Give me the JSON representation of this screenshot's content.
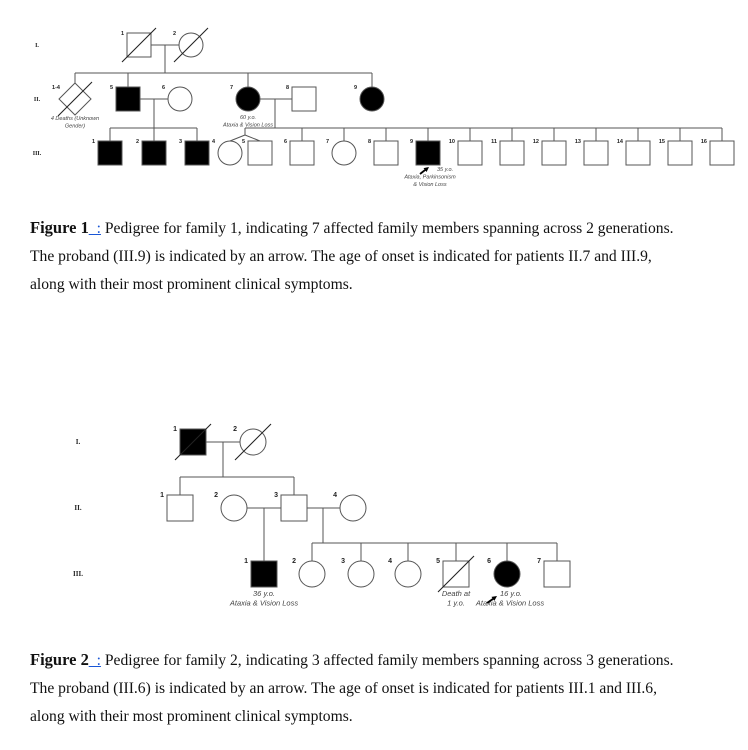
{
  "figure1": {
    "generations": [
      "I.",
      "II.",
      "III."
    ],
    "individuals": [
      {
        "id": "I-1",
        "label": "1",
        "sex": "male",
        "affected": false,
        "deceased": true
      },
      {
        "id": "I-2",
        "label": "2",
        "sex": "female",
        "affected": false,
        "deceased": true
      },
      {
        "id": "II-1-4",
        "label": "1-4",
        "sex": "unknown",
        "affected": false,
        "deceased": true
      },
      {
        "id": "II-5",
        "label": "5",
        "sex": "male",
        "affected": true,
        "deceased": false
      },
      {
        "id": "II-6",
        "label": "6",
        "sex": "female",
        "affected": false,
        "deceased": false
      },
      {
        "id": "II-7",
        "label": "7",
        "sex": "female",
        "affected": true,
        "deceased": false
      },
      {
        "id": "II-8",
        "label": "8",
        "sex": "male",
        "affected": false,
        "deceased": false
      },
      {
        "id": "II-9",
        "label": "9",
        "sex": "female",
        "affected": true,
        "deceased": false
      },
      {
        "id": "III-1",
        "label": "1",
        "sex": "male",
        "affected": true,
        "deceased": false
      },
      {
        "id": "III-2",
        "label": "2",
        "sex": "male",
        "affected": true,
        "deceased": false
      },
      {
        "id": "III-3",
        "label": "3",
        "sex": "male",
        "affected": true,
        "deceased": false
      },
      {
        "id": "III-4",
        "label": "4",
        "sex": "female",
        "affected": false,
        "deceased": false
      },
      {
        "id": "III-5",
        "label": "5",
        "sex": "male",
        "affected": false,
        "deceased": false
      },
      {
        "id": "III-6",
        "label": "6",
        "sex": "male",
        "affected": false,
        "deceased": false
      },
      {
        "id": "III-7",
        "label": "7",
        "sex": "female",
        "affected": false,
        "deceased": false
      },
      {
        "id": "III-8",
        "label": "8",
        "sex": "male",
        "affected": false,
        "deceased": false
      },
      {
        "id": "III-9",
        "label": "9",
        "sex": "male",
        "affected": true,
        "deceased": false,
        "proband": true
      },
      {
        "id": "III-10",
        "label": "10",
        "sex": "male",
        "affected": false,
        "deceased": false
      },
      {
        "id": "III-11",
        "label": "11",
        "sex": "male",
        "affected": false,
        "deceased": false
      },
      {
        "id": "III-12",
        "label": "12",
        "sex": "male",
        "affected": false,
        "deceased": false
      },
      {
        "id": "III-13",
        "label": "13",
        "sex": "male",
        "affected": false,
        "deceased": false
      },
      {
        "id": "III-14",
        "label": "14",
        "sex": "male",
        "affected": false,
        "deceased": false
      },
      {
        "id": "III-15",
        "label": "15",
        "sex": "male",
        "affected": false,
        "deceased": false
      },
      {
        "id": "III-16",
        "label": "16",
        "sex": "male",
        "affected": false,
        "deceased": false
      }
    ],
    "annotations": {
      "II-1-4": [
        "4 Deaths (Unknown",
        "Gender)"
      ],
      "II-7": [
        "60 y.o.",
        "Ataxia & Vision Loss"
      ],
      "III-9": [
        "35 y.o.",
        "Ataxia, Parkinsonism",
        "& Vision Loss"
      ]
    },
    "caption": {
      "figure_label": "Figure 1",
      "separator": "_:",
      "line1": " Pedigree for family 1, indicating 7 affected family members spanning across 2 generations.",
      "line2": "The proband (III.9) is indicated by an arrow. The age of onset is indicated for patients II.7 and III.9,",
      "line3": "along with their most prominent clinical symptoms."
    }
  },
  "figure2": {
    "generations": [
      "I.",
      "II.",
      "III."
    ],
    "individuals": [
      {
        "id": "I-1",
        "label": "1",
        "sex": "male",
        "affected": true,
        "deceased": true
      },
      {
        "id": "I-2",
        "label": "2",
        "sex": "female",
        "affected": false,
        "deceased": true
      },
      {
        "id": "II-1",
        "label": "1",
        "sex": "male",
        "affected": false,
        "deceased": false
      },
      {
        "id": "II-2",
        "label": "2",
        "sex": "female",
        "affected": false,
        "deceased": false
      },
      {
        "id": "II-3",
        "label": "3",
        "sex": "male",
        "affected": false,
        "deceased": false
      },
      {
        "id": "II-4",
        "label": "4",
        "sex": "female",
        "affected": false,
        "deceased": false
      },
      {
        "id": "III-1",
        "label": "1",
        "sex": "male",
        "affected": true,
        "deceased": false
      },
      {
        "id": "III-2",
        "label": "2",
        "sex": "female",
        "affected": false,
        "deceased": false
      },
      {
        "id": "III-3",
        "label": "3",
        "sex": "female",
        "affected": false,
        "deceased": false
      },
      {
        "id": "III-4",
        "label": "4",
        "sex": "female",
        "affected": false,
        "deceased": false
      },
      {
        "id": "III-5",
        "label": "5",
        "sex": "male",
        "affected": false,
        "deceased": true
      },
      {
        "id": "III-6",
        "label": "6",
        "sex": "female",
        "affected": true,
        "deceased": false,
        "proband": true
      },
      {
        "id": "III-7",
        "label": "7",
        "sex": "male",
        "affected": false,
        "deceased": false
      }
    ],
    "annotations": {
      "III-1": [
        "36 y.o.",
        "Ataxia & Vision Loss"
      ],
      "III-5": [
        "Death at",
        "1 y.o."
      ],
      "III-6": [
        "16 y.o.",
        "Ataxia & Vision Loss"
      ]
    },
    "caption": {
      "figure_label": "Figure 2",
      "separator": "_:",
      "line1": " Pedigree for family 2, indicating 3 affected family members spanning across 3 generations.",
      "line2": "The proband (III.6) is indicated by an arrow. The age of onset is indicated for patients III.1 and III.6,",
      "line3": "along with their most prominent clinical symptoms."
    }
  }
}
